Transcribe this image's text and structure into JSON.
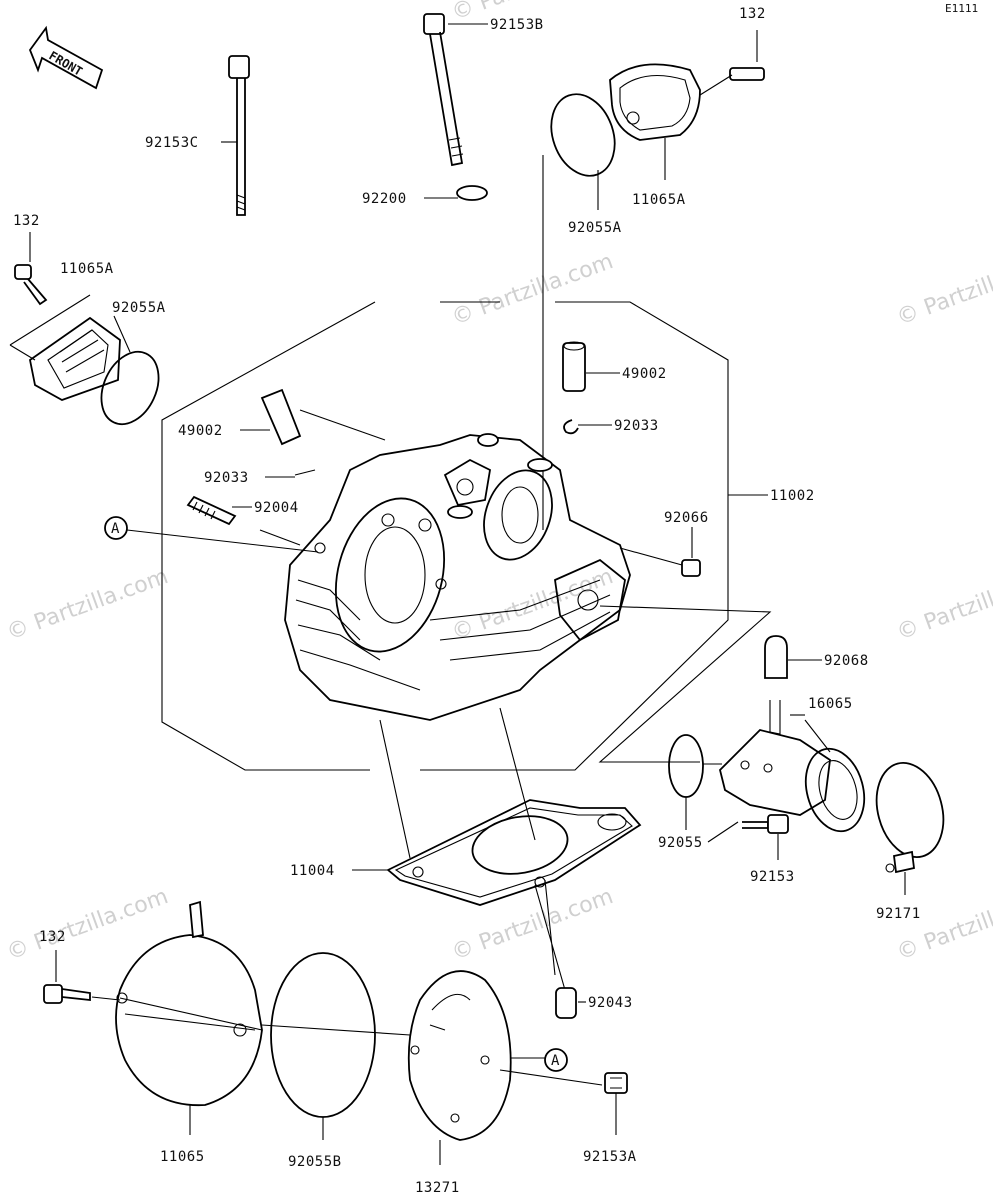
{
  "diagram_code": "E1111",
  "front_label": "FRONT",
  "watermark": "© Partzilla.com",
  "ref_marker": "A",
  "parts": {
    "bolt_92153B": "92153B",
    "bolt_92153C": "92153C",
    "bolt_132_top": "132",
    "cover_11065A_top": "11065A",
    "oring_92055A_top": "92055A",
    "washer_92200": "92200",
    "bolt_132_left": "132",
    "cover_11065A_left": "11065A",
    "oring_92055A_left": "92055A",
    "guide_49002_right": "49002",
    "clip_92033_right": "92033",
    "guide_49002_left": "49002",
    "clip_92033_left": "92033",
    "stud_92004": "92004",
    "head_11002": "11002",
    "plug_92066": "92066",
    "cap_92068": "92068",
    "pipe_16065": "16065",
    "oring_92055": "92055",
    "bolt_92153": "92153",
    "clamp_92171": "92171",
    "gasket_11004": "11004",
    "bolt_132_bottom": "132",
    "dowel_92043": "92043",
    "cover_11065": "11065",
    "oring_92055B": "92055B",
    "cover_13271": "13271",
    "bolt_92153A": "92153A"
  }
}
